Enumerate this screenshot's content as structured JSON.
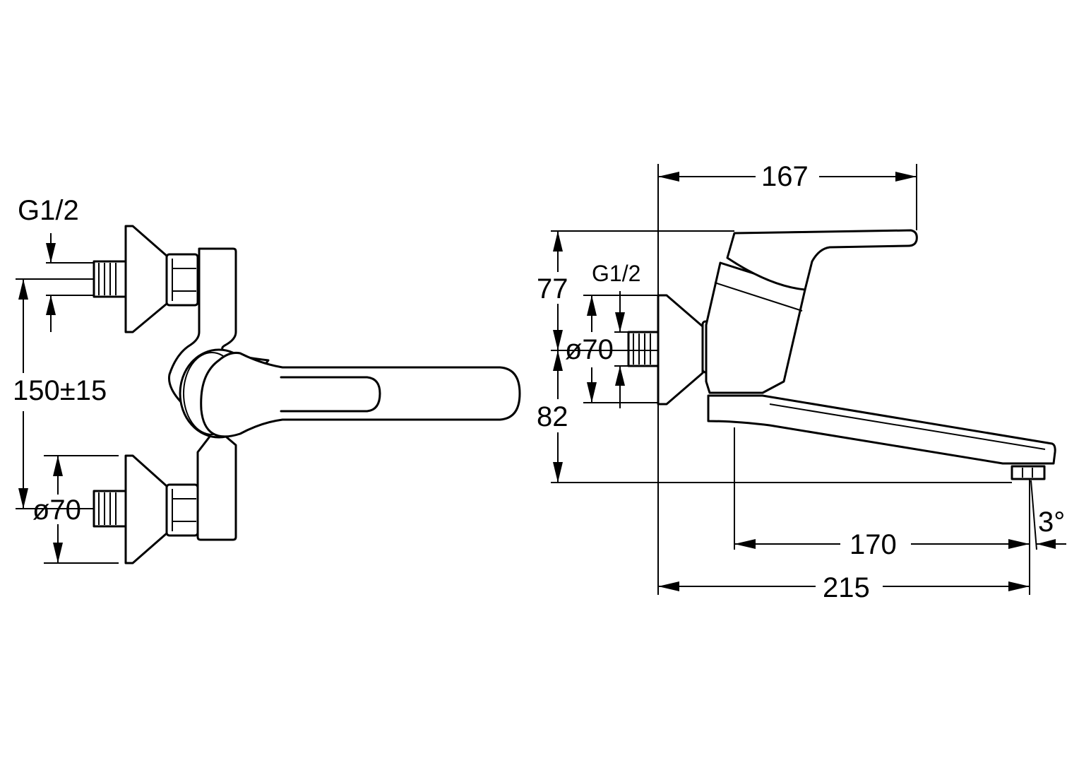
{
  "front_view": {
    "thread_label": "G1/2",
    "spacing_label": "150±15",
    "rosette_label": "ø70"
  },
  "side_view": {
    "width_top_label": "167",
    "height_upper_label": "77",
    "thread_label": "G1/2",
    "rosette_label": "ø70",
    "height_lower_label": "82",
    "spout_reach_label": "170",
    "total_depth_label": "215",
    "spout_angle_label": "3°"
  }
}
